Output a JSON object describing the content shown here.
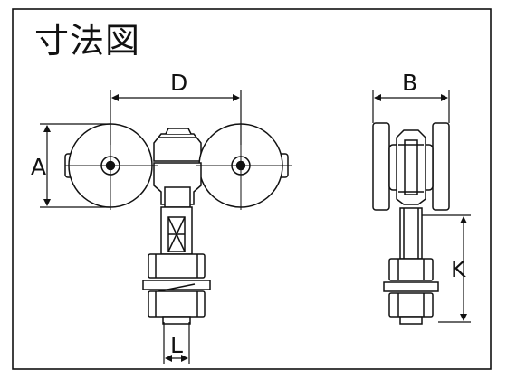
{
  "title": "寸法図",
  "dimensions": {
    "D": "D",
    "A": "A",
    "L": "L",
    "B": "B",
    "K": "K"
  },
  "colors": {
    "line": "#111111",
    "fill": "#ffffff",
    "background": "#ffffff"
  }
}
